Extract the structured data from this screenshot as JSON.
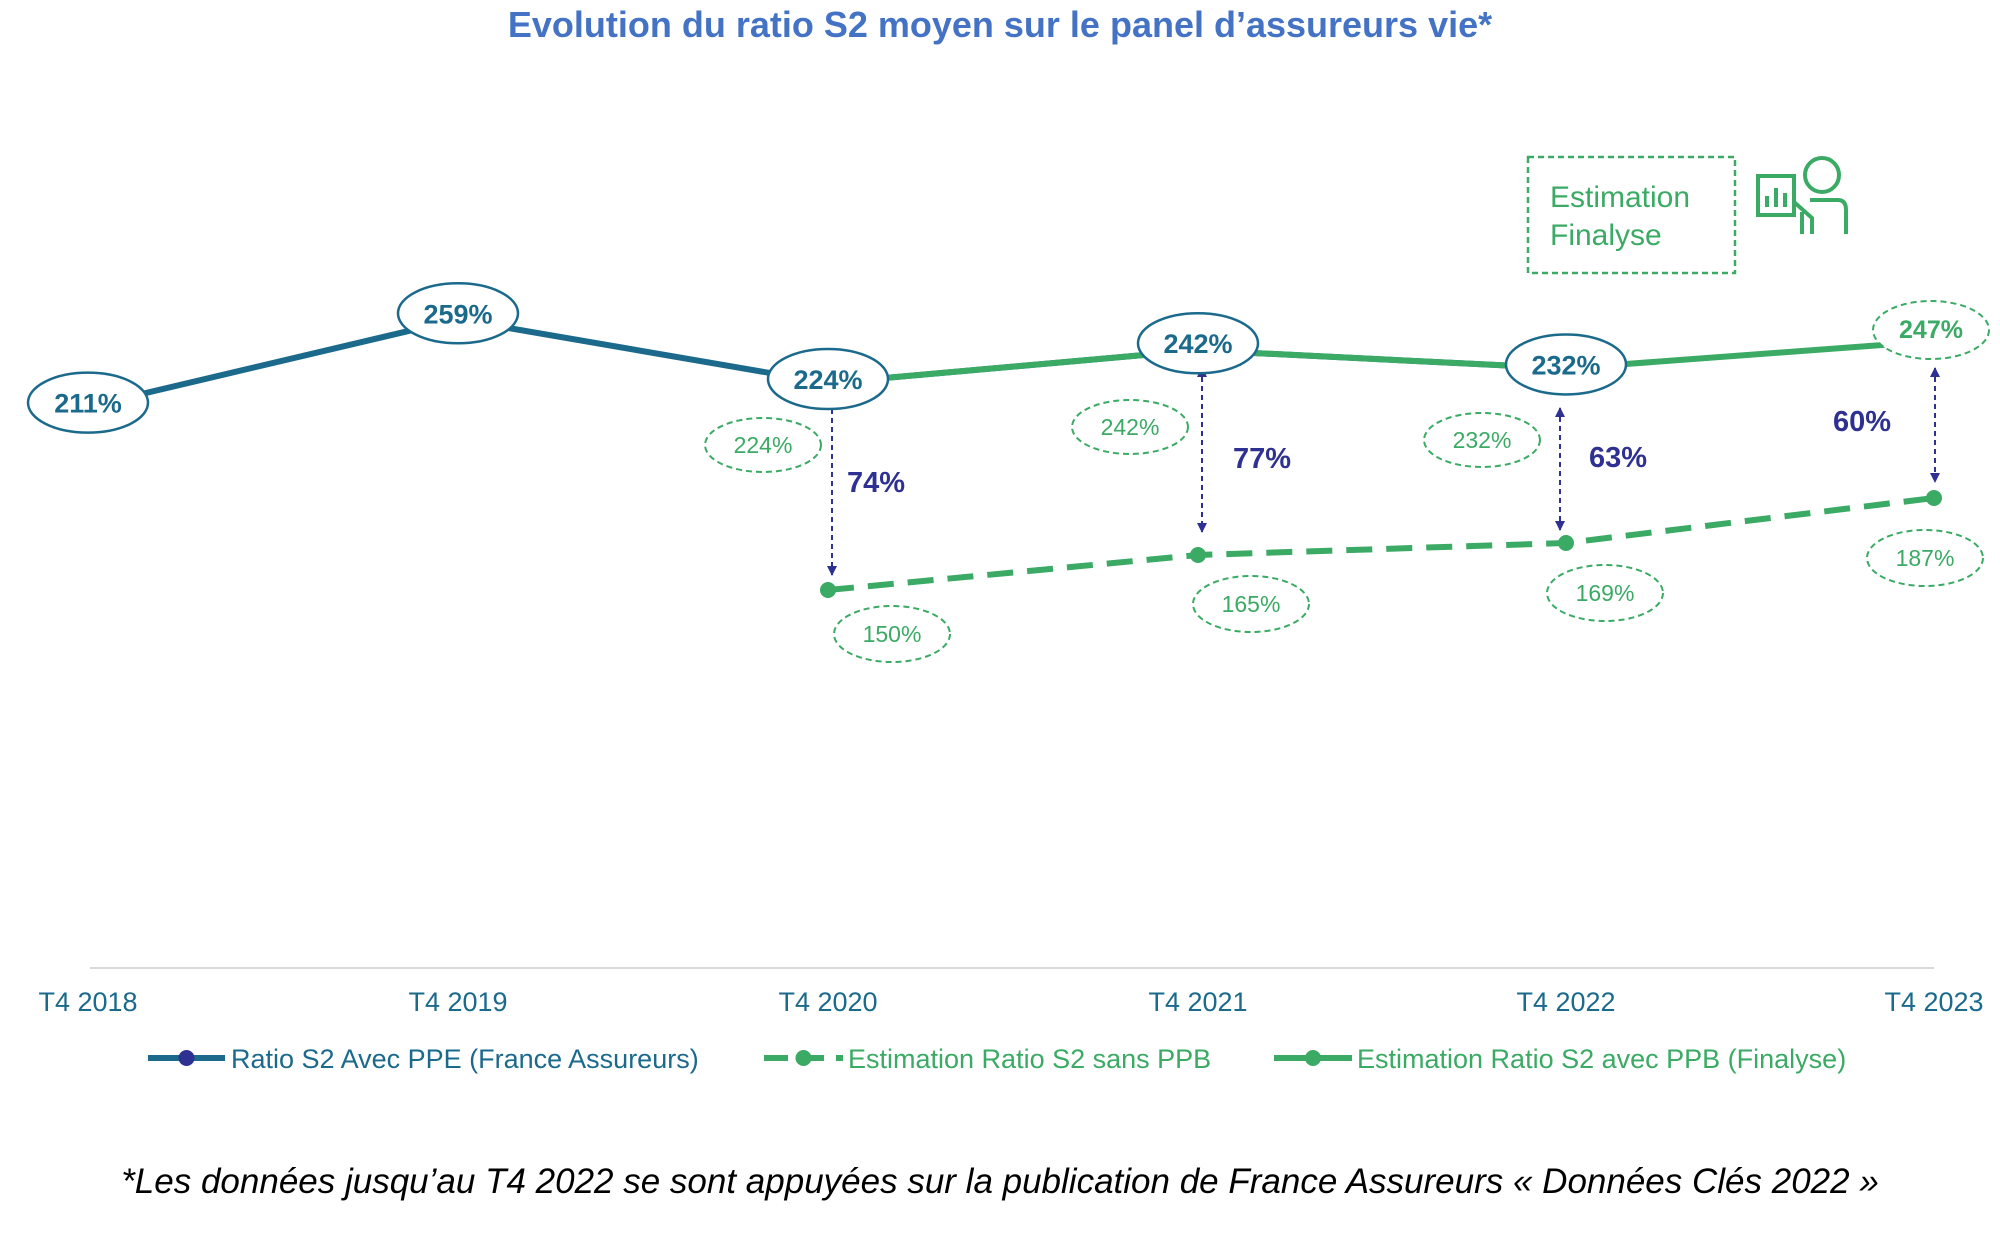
{
  "colors": {
    "title": "#4472c4",
    "series_blue": "#1b6a8c",
    "series_green": "#3aaa64",
    "arrow": "#2e3192",
    "axis_label": "#1b6a8c",
    "footnote": "#000000"
  },
  "icons": {
    "annotation": "presenter-chart-icon"
  },
  "annotation_box": {
    "line1": "Estimation",
    "line2": "Finalyse"
  },
  "footnote": "*Les données jusqu’au T4 2022 se sont appuyées sur la publication de France Assureurs « Données Clés 2022 »",
  "chart_data": {
    "type": "line",
    "title": "Evolution du ratio S2 moyen sur le panel d’assureurs vie*",
    "xlabel": "",
    "ylabel": "",
    "grid": false,
    "legend_position": "bottom",
    "categories": [
      "T4 2018",
      "T4 2019",
      "T4 2020",
      "T4 2021",
      "T4 2022",
      "T4 2023"
    ],
    "series": [
      {
        "name": "Ratio S2 Avec PPE (France Assureurs)",
        "style": "solid",
        "values": [
          211,
          259,
          224,
          242,
          232,
          null
        ],
        "labels": [
          "211%",
          "259%",
          "224%",
          "242%",
          "232%",
          null
        ]
      },
      {
        "name": "Estimation Ratio S2 sans PPB",
        "style": "dashed",
        "values": [
          null,
          null,
          150,
          165,
          169,
          187
        ],
        "labels": [
          null,
          null,
          "150%",
          "165%",
          "169%",
          "187%"
        ]
      },
      {
        "name": "Estimation Ratio S2 avec PPB (Finalyse)",
        "style": "solid",
        "values": [
          null,
          null,
          224,
          242,
          232,
          247
        ],
        "labels": [
          null,
          null,
          "224%",
          "242%",
          "232%",
          "247%"
        ]
      }
    ],
    "gaps": [
      {
        "category": "T4 2020",
        "label": "74%"
      },
      {
        "category": "T4 2021",
        "label": "77%"
      },
      {
        "category": "T4 2022",
        "label": "63%"
      },
      {
        "category": "T4 2023",
        "label": "60%"
      }
    ]
  }
}
